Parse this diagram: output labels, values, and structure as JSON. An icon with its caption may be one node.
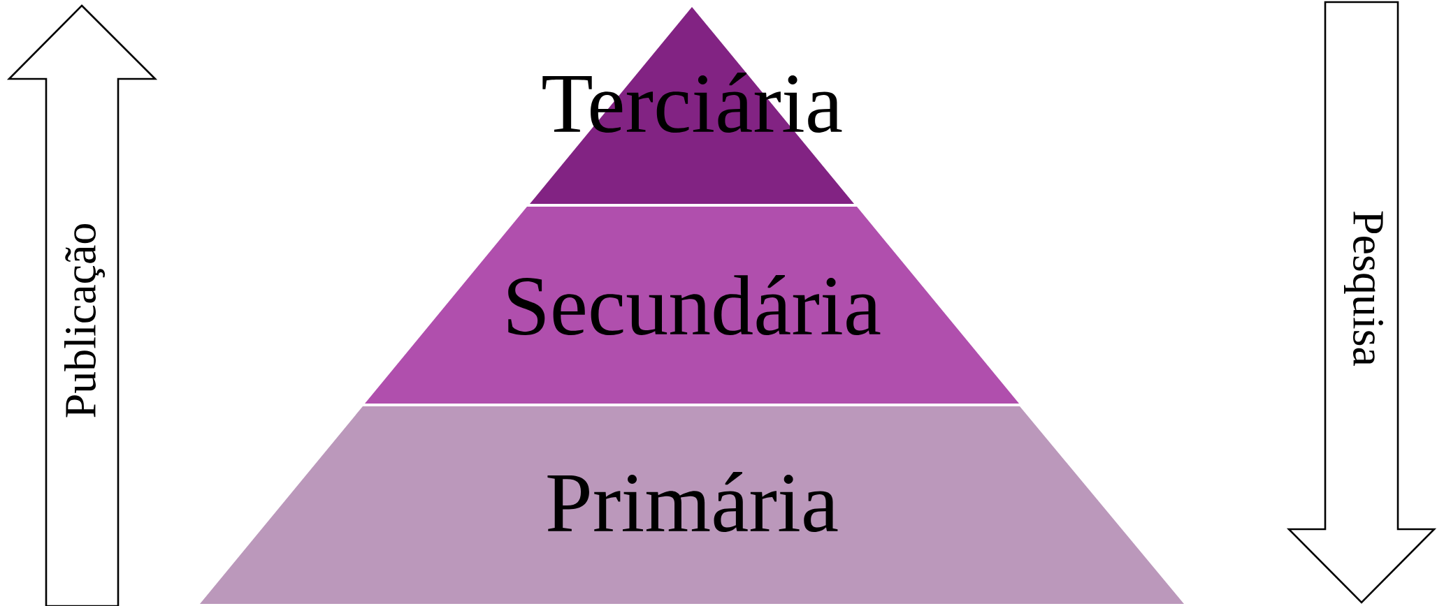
{
  "diagram": {
    "nodes": [
      {
        "text": [
          "Publicação"
        ]
      },
      {
        "text": [
          "Terciária"
        ]
      },
      {
        "text": [
          "Secundária"
        ]
      },
      {
        "text": [
          "Primária"
        ]
      },
      {
        "text": [
          "Pesquisa"
        ]
      }
    ]
  }
}
